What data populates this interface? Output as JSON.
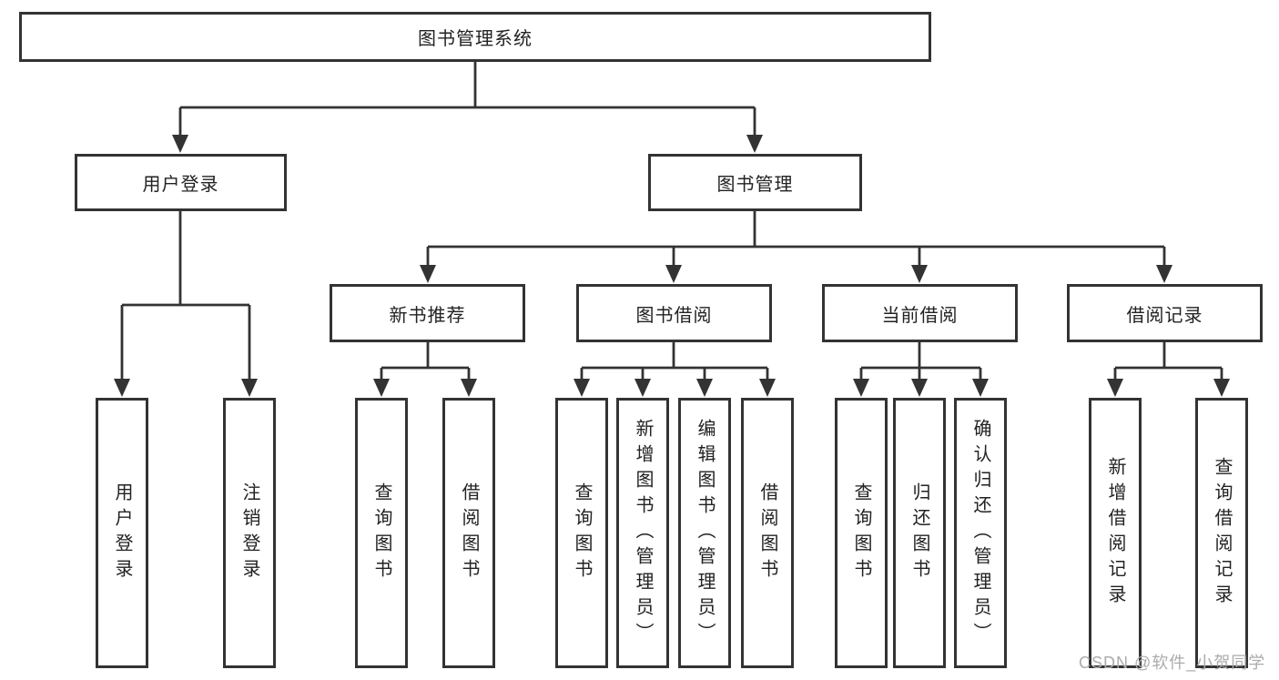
{
  "diagram": {
    "root": {
      "label": "图书管理系统"
    },
    "branches": [
      {
        "label": "用户登录",
        "children": [
          {
            "label": "用户登录"
          },
          {
            "label": "注销登录"
          }
        ]
      },
      {
        "label": "图书管理",
        "children": [
          {
            "label": "新书推荐",
            "children": [
              {
                "label": "查询图书"
              },
              {
                "label": "借阅图书"
              }
            ]
          },
          {
            "label": "图书借阅",
            "children": [
              {
                "label": "查询图书"
              },
              {
                "label": "新增图书（管理员）"
              },
              {
                "label": "编辑图书（管理员）"
              },
              {
                "label": "借阅图书"
              }
            ]
          },
          {
            "label": "当前借阅",
            "children": [
              {
                "label": "查询图书"
              },
              {
                "label": "归还图书"
              },
              {
                "label": "确认归还（管理员）"
              }
            ]
          },
          {
            "label": "借阅记录",
            "children": [
              {
                "label": "新增借阅记录"
              },
              {
                "label": "查询借阅记录"
              }
            ]
          }
        ]
      }
    ]
  },
  "watermark": {
    "text": "CSDN @软件_小贺同学"
  },
  "colors": {
    "line": "#333333",
    "border": "#333333",
    "text": "#222222",
    "background": "#ffffff",
    "watermark": "#ababab"
  }
}
